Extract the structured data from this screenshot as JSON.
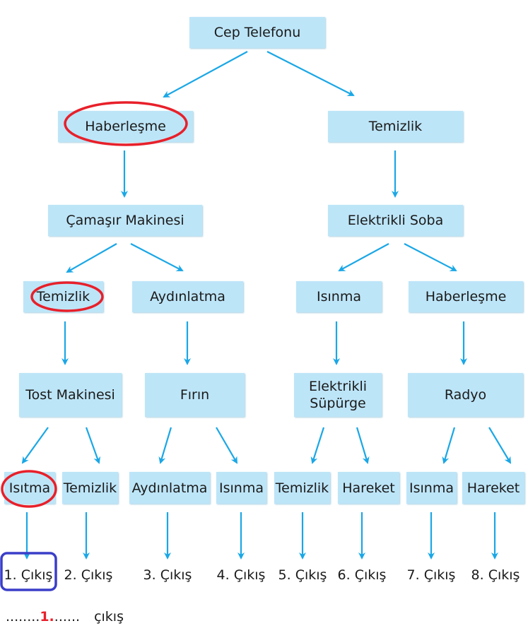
{
  "root": "Cep Telefonu",
  "level1": [
    "Haberleşme",
    "Temizlik"
  ],
  "level2": [
    "Çamaşır Makinesi",
    "Elektrikli Soba"
  ],
  "level3": [
    "Temizlik",
    "Aydınlatma",
    "Isınma",
    "Haberleşme"
  ],
  "level4": [
    "Tost Makinesi",
    "Fırın",
    "Elektrikli Süpürge",
    "Radyo"
  ],
  "level5": [
    "Isıtma",
    "Temizlik",
    "Aydınlatma",
    "Isınma",
    "Temizlik",
    "Hareket",
    "Isınma",
    "Hareket"
  ],
  "outputs": [
    "1. Çıkış",
    "2. Çıkış",
    "3. Çıkış",
    "4. Çıkış",
    "5. Çıkış",
    "6. Çıkış",
    "7. Çıkış",
    "8. Çıkış"
  ],
  "answer": {
    "dots_before": "........",
    "value": "1.",
    "dots_after": "......",
    "suffix": "çıkış"
  },
  "colors": {
    "box": "#bde5f8",
    "arrow": "#1aa7e6",
    "circle": "#e8202a",
    "highlight": "#3a3ec8"
  }
}
